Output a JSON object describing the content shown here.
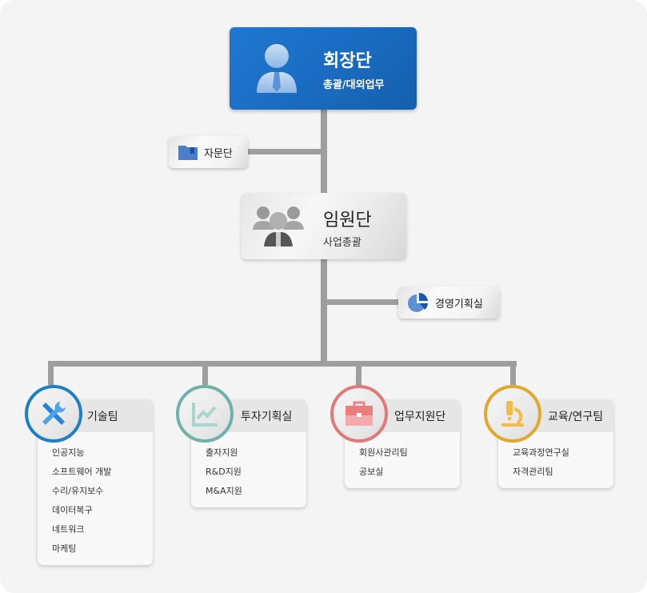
{
  "chairman": {
    "title": "회장단",
    "subtitle": "총괄/대외업무"
  },
  "advisory": {
    "label": "자문단"
  },
  "executives": {
    "title": "임원단",
    "subtitle": "사업총괄"
  },
  "planning": {
    "label": "경영기획실"
  },
  "teams": [
    {
      "name": "기술팀",
      "color": "#1e7fc7",
      "items": [
        "인공지능",
        "소프트웨어 개발",
        "수리/유지보수",
        "데이터복구",
        "네트워크",
        "마케팅"
      ]
    },
    {
      "name": "투자기획실",
      "color": "#6fb0a8",
      "items": [
        "출자지원",
        "R&D지원",
        "M&A지원"
      ]
    },
    {
      "name": "업무지원단",
      "color": "#e07a7a",
      "items": [
        "회원사관리팀",
        "공보실"
      ]
    },
    {
      "name": "교육/연구팀",
      "color": "#e1a82e",
      "items": [
        "교육과정연구실",
        "자격관리팀"
      ]
    }
  ]
}
